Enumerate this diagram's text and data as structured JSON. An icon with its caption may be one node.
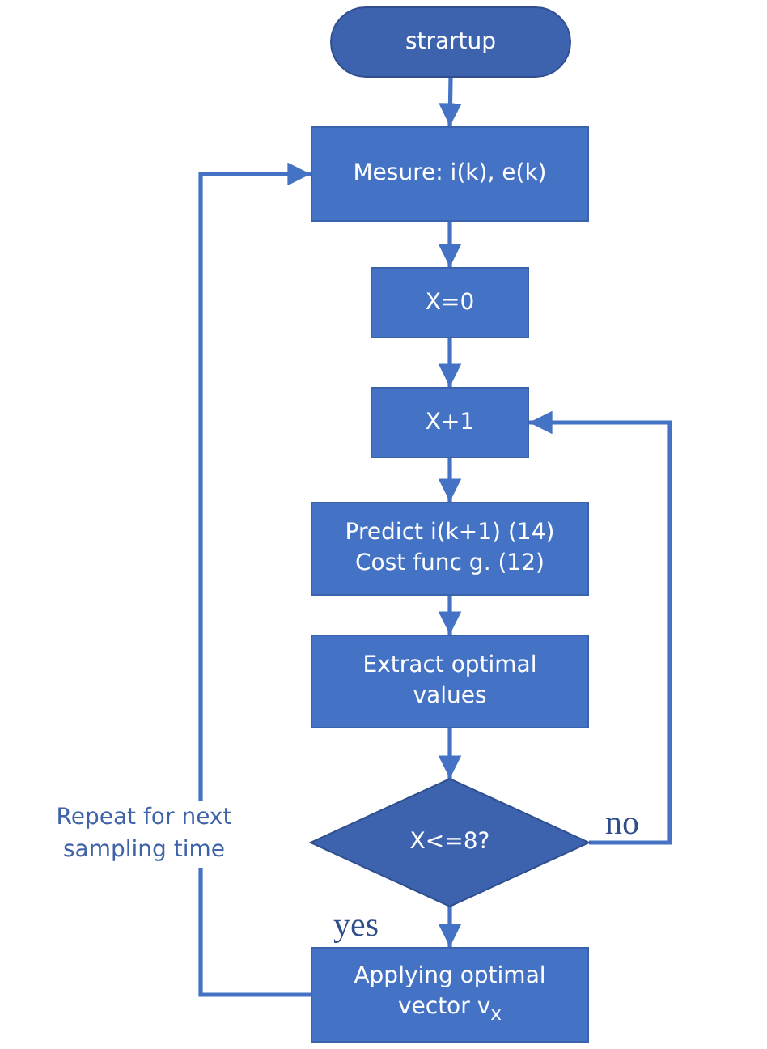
{
  "diagram": {
    "nodes": [
      {
        "text": [
          "strartup"
        ]
      },
      {
        "text": [
          "Mesure: i(k), e(k)"
        ]
      },
      {
        "text": [
          "X=0"
        ]
      },
      {
        "text": [
          "X+1"
        ]
      },
      {
        "text": [
          "Predict i(k+1) (14)",
          "Cost func g. (12)"
        ]
      },
      {
        "text": [
          "Extract optimal values"
        ]
      },
      {
        "text": [
          "X<=8?"
        ]
      },
      {
        "text": [
          "Applying optimal vector v$_{x}$"
        ]
      }
    ],
    "edges": [
      {
        "from": 0,
        "to": 1,
        "arrow": "to"
      },
      {
        "from": 1,
        "to": 2,
        "arrow": "to"
      },
      {
        "from": 2,
        "to": 3,
        "arrow": "to"
      },
      {
        "from": 3,
        "to": 4,
        "arrow": "to"
      },
      {
        "from": 4,
        "to": 5,
        "arrow": "to"
      },
      {
        "from": 5,
        "to": 6,
        "arrow": "to"
      },
      {
        "from": 6,
        "to": 7,
        "arrow": "to",
        "label": "yes"
      },
      {
        "from": 6,
        "to": 3,
        "arrow": "to",
        "label": "no"
      },
      {
        "from": 7,
        "to": 1,
        "arrow": "to",
        "label": "Repeat for next sampling time"
      }
    ]
  }
}
